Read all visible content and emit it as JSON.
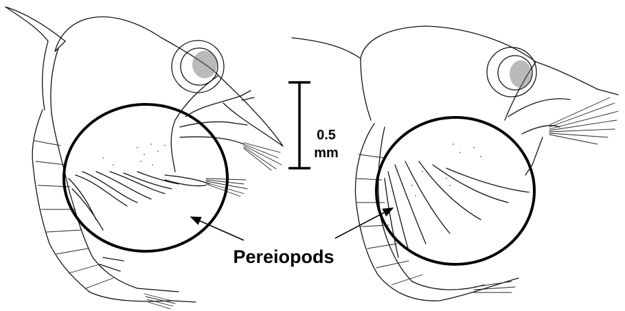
{
  "figure": {
    "scale_bar": {
      "value": "0.5",
      "unit": "mm"
    },
    "label": "Pereiopods"
  }
}
